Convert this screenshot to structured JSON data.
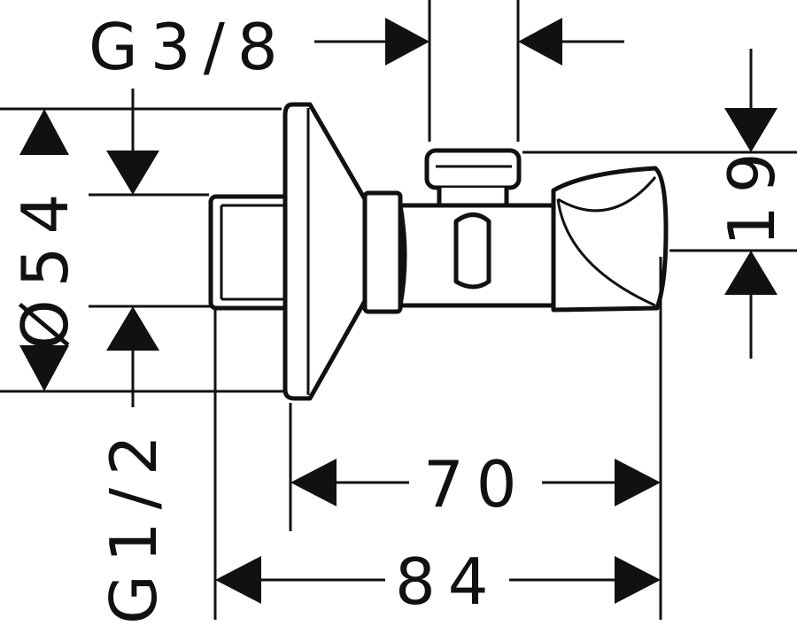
{
  "drawing": {
    "dimensions": {
      "outlet_thread": "G3/8",
      "rosette_diameter": "Ø54",
      "inlet_thread": "G1/2",
      "handle_height": "19",
      "depth_from_rosette": "70",
      "overall_depth": "84"
    }
  }
}
